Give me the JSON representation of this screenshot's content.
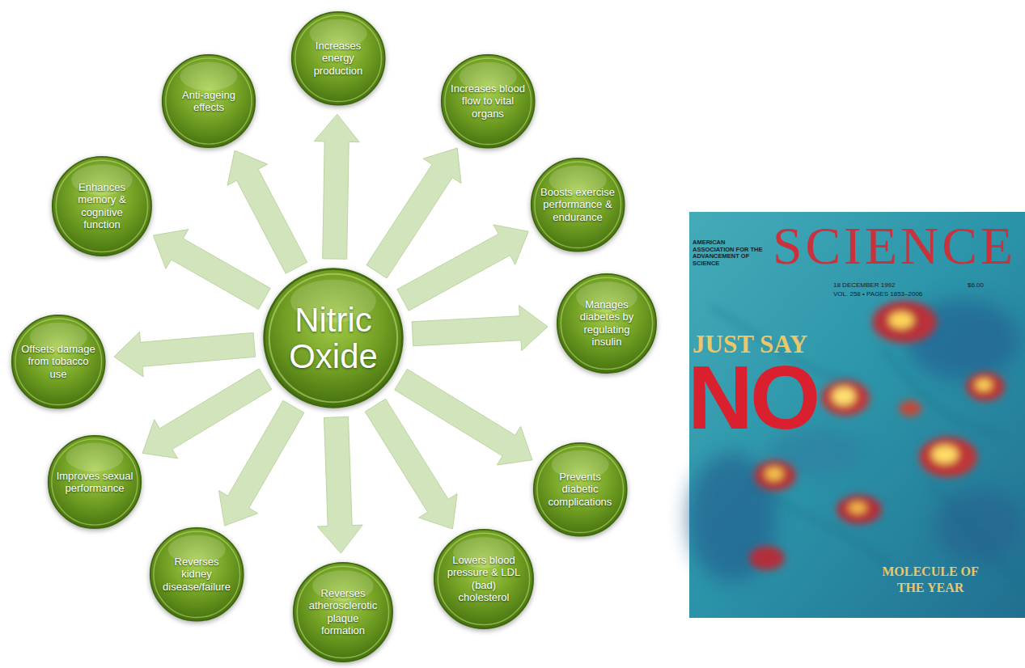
{
  "diagram": {
    "nodes": [
      {
        "text": [
          "Nitric Oxide"
        ]
      },
      {
        "text": [
          "Increases energy production"
        ]
      },
      {
        "text": [
          "Increases blood flow to vital organs"
        ]
      },
      {
        "text": [
          "Boosts exercise performance & endurance"
        ]
      },
      {
        "text": [
          "Manages diabetes by regulating insulin"
        ]
      },
      {
        "text": [
          "Prevents diabetic complications"
        ]
      },
      {
        "text": [
          "Lowers blood pressure & LDL (bad) cholesterol"
        ]
      },
      {
        "text": [
          "Reverses atherosclerotic plaque formation"
        ]
      },
      {
        "text": [
          "Reverses kidney disease/failure"
        ]
      },
      {
        "text": [
          "Improves sexual performance"
        ]
      },
      {
        "text": [
          "Offsets damage from tobacco use"
        ]
      },
      {
        "text": [
          "Enhances memory & cognitive function"
        ]
      },
      {
        "text": [
          "Anti-ageing effects"
        ]
      }
    ],
    "edges": [
      {
        "from": 0,
        "to": 1,
        "arrow": "to"
      },
      {
        "from": 0,
        "to": 2,
        "arrow": "to"
      },
      {
        "from": 0,
        "to": 3,
        "arrow": "to"
      },
      {
        "from": 0,
        "to": 4,
        "arrow": "to"
      },
      {
        "from": 0,
        "to": 5,
        "arrow": "to"
      },
      {
        "from": 0,
        "to": 6,
        "arrow": "to"
      },
      {
        "from": 0,
        "to": 7,
        "arrow": "to"
      },
      {
        "from": 0,
        "to": 8,
        "arrow": "to"
      },
      {
        "from": 0,
        "to": 9,
        "arrow": "to"
      },
      {
        "from": 0,
        "to": 10,
        "arrow": "to"
      },
      {
        "from": 0,
        "to": 11,
        "arrow": "to"
      },
      {
        "from": 0,
        "to": 12,
        "arrow": "to"
      }
    ],
    "labels": [
      "AMERICAN ASSOCIATION FOR THE ADVANCEMENT OF SCIENCE",
      "SCIENCE",
      "18 DECEMBER 1992",
      "$6.00",
      "VOL. 258 • PAGES 1853–2006",
      "JUST SAY",
      "NO",
      "MOLECULE OF THE YEAR"
    ]
  }
}
